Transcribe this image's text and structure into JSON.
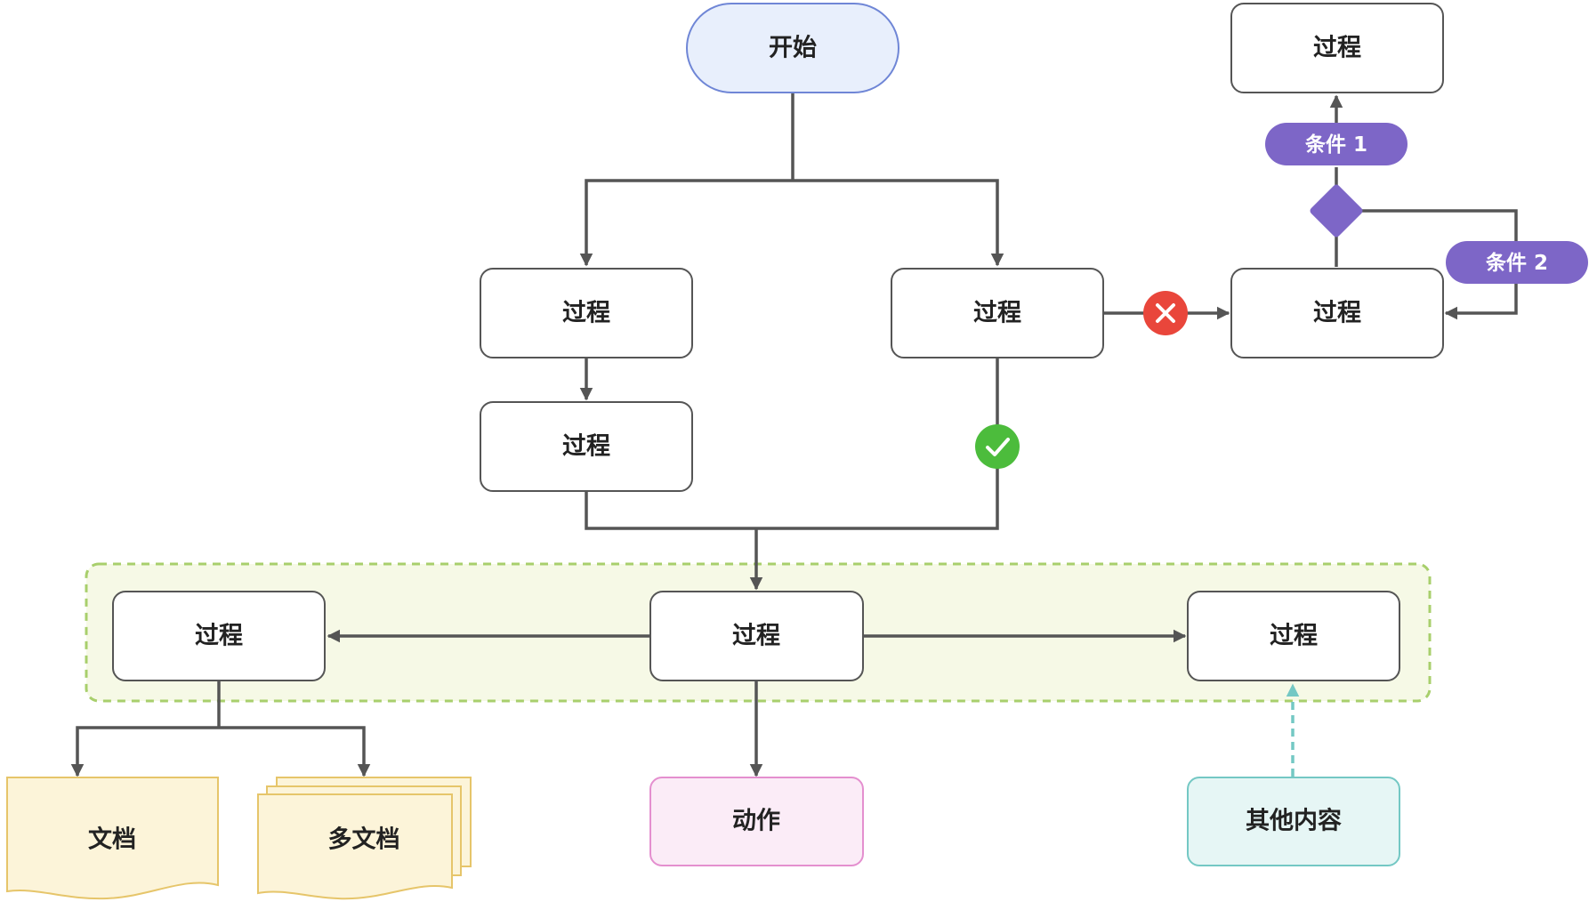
{
  "nodes": {
    "start": "开始",
    "process_top_right": "过程",
    "process_left_1": "过程",
    "process_center_right": "过程",
    "process_right": "过程",
    "process_left_2": "过程",
    "process_bottom_left": "过程",
    "process_bottom_center": "过程",
    "process_bottom_right": "过程",
    "document": "文档",
    "multi_document": "多文档",
    "action": "动作",
    "other_content": "其他内容"
  },
  "conditions": {
    "cond1": "条件 1",
    "cond2": "条件 2"
  },
  "icons": {
    "fail": "x-circle-icon",
    "success": "check-circle-icon",
    "decision": "diamond-icon"
  },
  "colors": {
    "start_fill": "#e8effc",
    "start_stroke": "#6f86d6",
    "line": "#555555",
    "condition": "#7d66c7",
    "fail": "#e9463b",
    "success": "#4cbc3c",
    "group_fill": "#f6f9e6",
    "group_stroke": "#a8cf6c",
    "document_fill": "#fcf4d9",
    "document_stroke": "#e6c56a",
    "action_fill": "#fbecf7",
    "action_stroke": "#e48fcf",
    "other_fill": "#e6f6f5",
    "other_stroke": "#74c8c4",
    "dashed_arrow": "#74c8c4"
  }
}
